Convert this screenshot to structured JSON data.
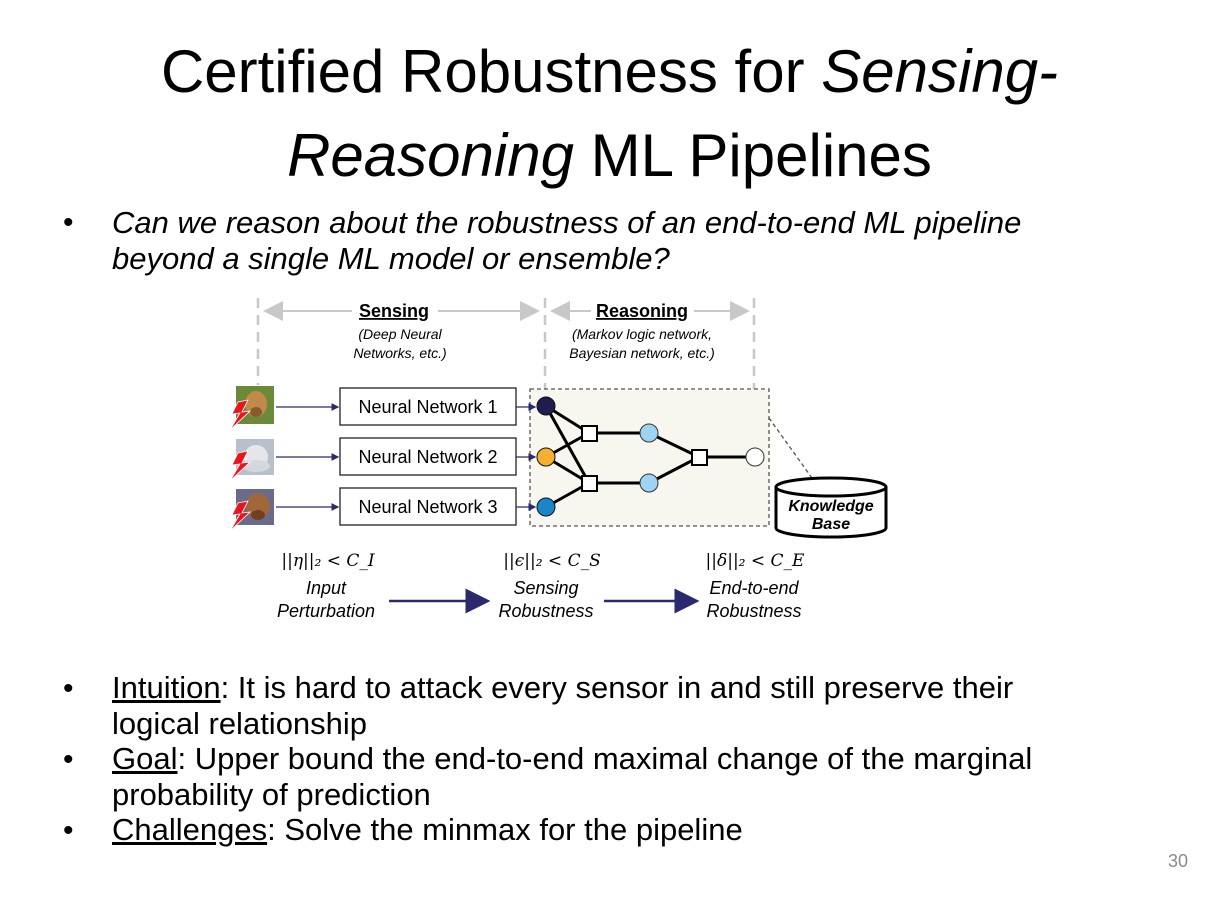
{
  "title": {
    "line1_plain": "Certified Robustness for ",
    "line1_italic": "Sensing-",
    "line2_italic": "Reasoning",
    "line2_plain": " ML Pipelines"
  },
  "question": {
    "line1": "Can we reason about the robustness of an end-to-end ML pipeline",
    "line2": "beyond a single ML model or ensemble?"
  },
  "diagram": {
    "sensing": {
      "label": "Sensing",
      "note1": "(Deep Neural",
      "note2": "Networks, etc.)"
    },
    "reasoning": {
      "label": "Reasoning",
      "note1": "(Markov logic network,",
      "note2": "Bayesian network, etc.)"
    },
    "networks": [
      "Neural Network 1",
      "Neural Network 2",
      "Neural Network 3"
    ],
    "knowledge_base": {
      "line1": "Knowledge",
      "line2": "Base"
    },
    "bounds": {
      "input": {
        "formula": "||η||₂ < C_I",
        "line1": "Input",
        "line2": "Perturbation"
      },
      "sensing": {
        "formula": "||ϵ||₂ < C_S",
        "line1": "Sensing",
        "line2": "Robustness"
      },
      "e2e": {
        "formula": "||δ||₂ < C_E",
        "line1": "End-to-end",
        "line2": "Robustness"
      }
    },
    "colors": {
      "node1": "#1f1d4f",
      "node2": "#f5b030",
      "node3": "#1a86c8",
      "reason_node": "#9fd3f3",
      "arrow": "#2b2a6e",
      "attack": "#e8141e"
    }
  },
  "bullets": [
    {
      "term": "Intuition",
      "line1": ": It is hard to attack every sensor in and still preserve their",
      "line2": "logical relationship"
    },
    {
      "term": "Goal",
      "line1": ": Upper bound the end-to-end maximal change of the marginal",
      "line2": "probability of prediction"
    },
    {
      "term": "Challenges",
      "line1": ": Solve the minmax for the pipeline",
      "line2": ""
    }
  ],
  "page_number": "30"
}
